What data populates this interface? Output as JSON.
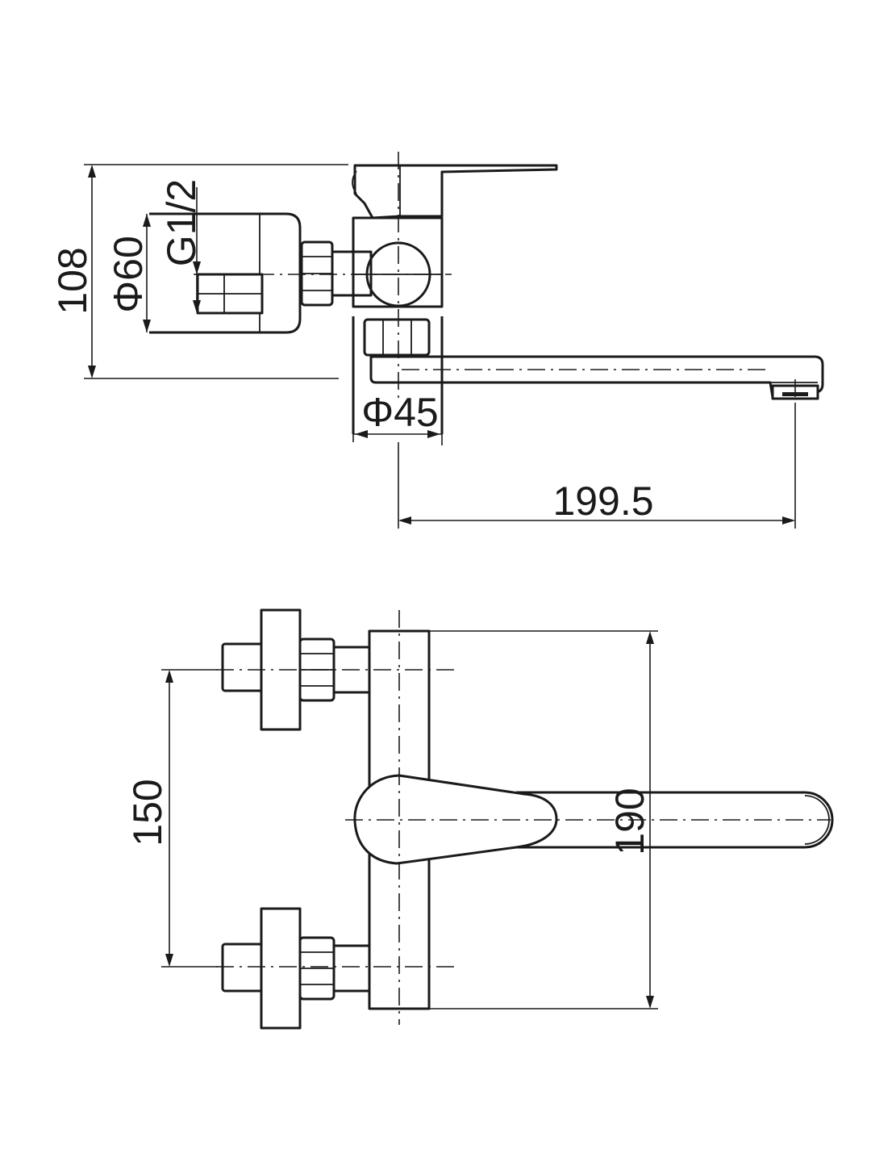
{
  "dimensions": {
    "side_view": {
      "height": "108",
      "body_diameter": "Φ60",
      "thread": "G1/2",
      "escutcheon_diameter": "Φ45",
      "spout_reach": "199.5"
    },
    "top_view": {
      "inlet_centers": "150",
      "overall_width": "190"
    }
  }
}
